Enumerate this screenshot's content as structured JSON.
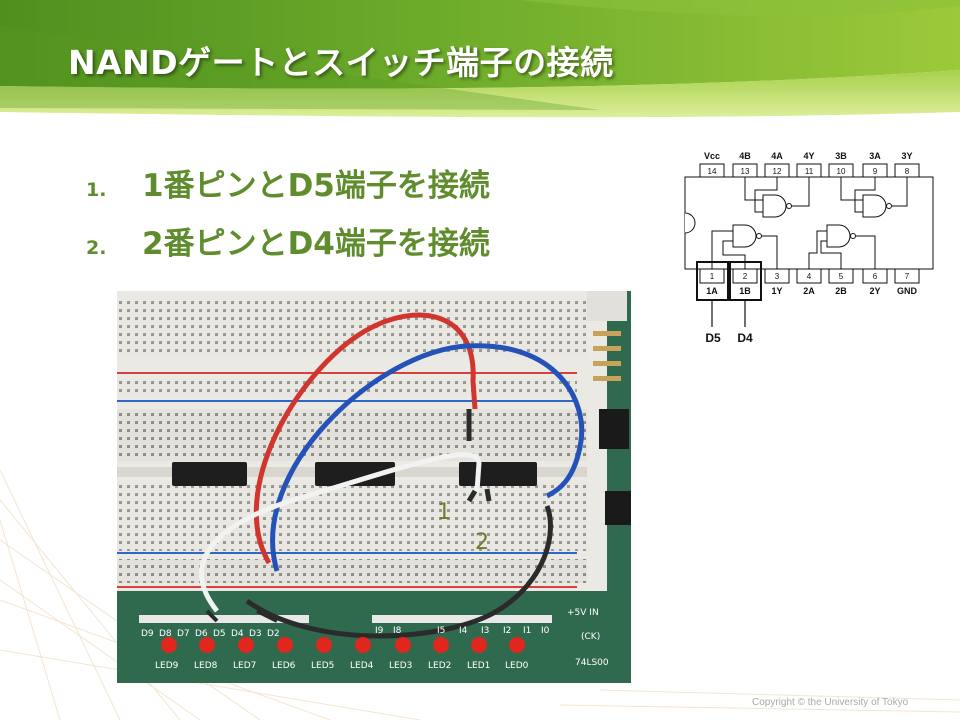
{
  "slide": {
    "title": "NANDゲートとスイッチ端子の接続",
    "steps": [
      {
        "number": "1.",
        "text": "1番ピンとD5端子を接続"
      },
      {
        "number": "2.",
        "text": "2番ピンとD4端子を接続"
      }
    ],
    "copyright": "Copyright © the University of Tokyo"
  },
  "photo": {
    "callouts": [
      "1",
      "2"
    ],
    "board_labels": [
      "D9",
      "D8",
      "D7",
      "D6",
      "D5",
      "D4",
      "D3",
      "D2"
    ],
    "board_labels_right": [
      "I9",
      "I8",
      "I5",
      "I4",
      "I3",
      "I2",
      "I1",
      "I0"
    ],
    "leds": [
      "LED9",
      "LED8",
      "LED7",
      "LED6",
      "LED5",
      "LED4",
      "LED3",
      "LED2",
      "LED1",
      "LED0"
    ],
    "power_label": "+5V IN",
    "ck_label": "(CK)",
    "chip_label": "74LS00"
  },
  "pinout": {
    "top_labels": [
      "Vcc",
      "4B",
      "4A",
      "4Y",
      "3B",
      "3A",
      "3Y"
    ],
    "top_pins": [
      "14",
      "13",
      "12",
      "11",
      "10",
      "9",
      "8"
    ],
    "bottom_pins": [
      "1",
      "2",
      "3",
      "4",
      "5",
      "6",
      "7"
    ],
    "bottom_labels": [
      "1A",
      "1B",
      "1Y",
      "2A",
      "2B",
      "2Y",
      "GND"
    ],
    "terminals": [
      "D5",
      "D4"
    ]
  },
  "colors": {
    "title_bar": "#6aaa2a",
    "step_text": "#5f8d2e",
    "wire_red": "#d0362f",
    "wire_blue": "#2452b8",
    "wire_white": "#f2f2f2",
    "wire_black": "#2b2b2b",
    "pcb_green": "#2f6a4e"
  }
}
